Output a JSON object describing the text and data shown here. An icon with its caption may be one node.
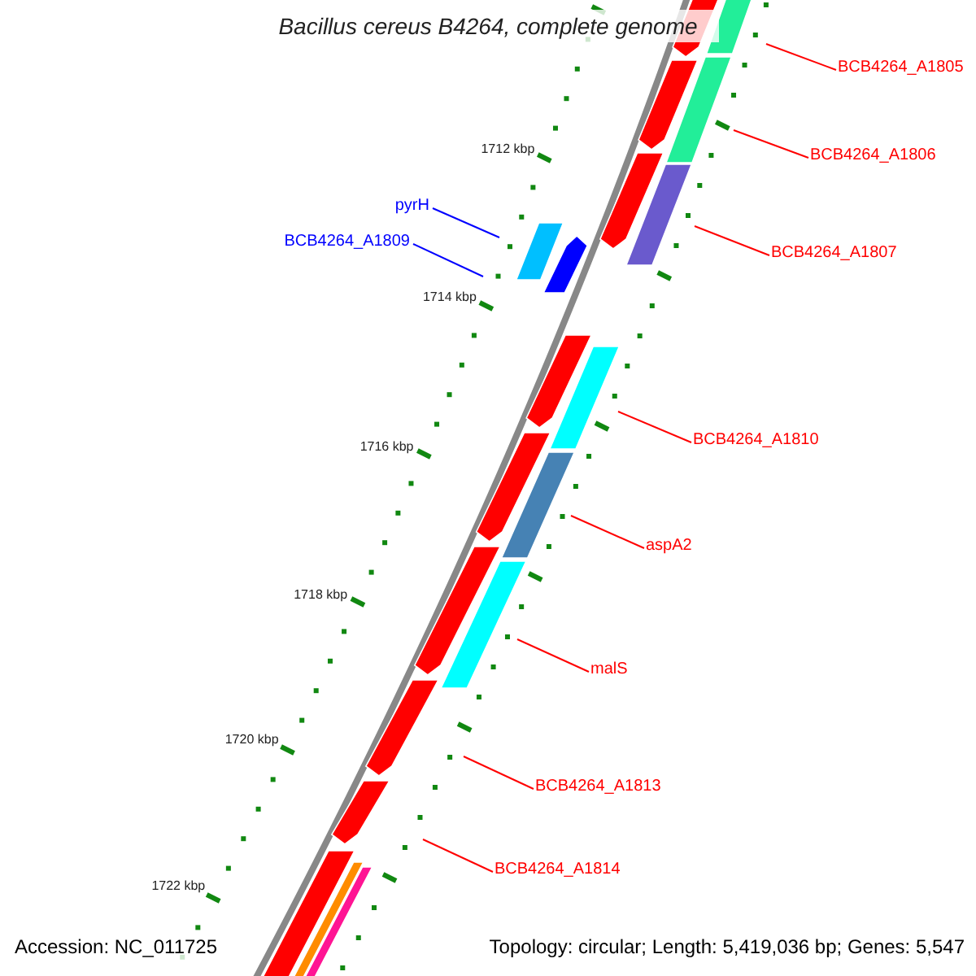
{
  "diagram": {
    "title": "Bacillus cereus B4264, complete genome",
    "nodes": [
      {
        "text": [
          "BCB4264_A1805"
        ]
      },
      {
        "text": [
          "BCB4264_A1806"
        ]
      },
      {
        "text": [
          "BCB4264_A1807"
        ]
      },
      {
        "text": [
          "pyrH"
        ]
      },
      {
        "text": [
          "BCB4264_A1809"
        ]
      },
      {
        "text": [
          "BCB4264_A1810"
        ]
      },
      {
        "text": [
          "aspA2"
        ]
      },
      {
        "text": [
          "malS"
        ]
      },
      {
        "text": [
          "BCB4264_A1813"
        ]
      },
      {
        "text": [
          "BCB4264_A1814"
        ]
      }
    ],
    "edges": [
      {
        "from": 0,
        "to": null,
        "arrow": "none"
      },
      {
        "from": 1,
        "to": null,
        "arrow": "none"
      },
      {
        "from": 2,
        "to": null,
        "arrow": "none"
      },
      {
        "from": 3,
        "to": null,
        "arrow": "none",
        "color": "#0000ff"
      },
      {
        "from": 4,
        "to": null,
        "arrow": "none",
        "color": "#0000ff"
      },
      {
        "from": 5,
        "to": null,
        "arrow": "none"
      },
      {
        "from": 6,
        "to": null,
        "arrow": "none"
      },
      {
        "from": 7,
        "to": null,
        "arrow": "none"
      },
      {
        "from": 8,
        "to": null,
        "arrow": "none"
      },
      {
        "from": 9,
        "to": null,
        "arrow": "none"
      }
    ],
    "labels": [
      "1712 kbp",
      "1714 kbp",
      "1716 kbp",
      "1718 kbp",
      "1720 kbp",
      "1722 kbp",
      "Accession: NC_011725",
      "Topology: circular; Length: 5,419,036 bp; Genes: 5,547"
    ]
  }
}
